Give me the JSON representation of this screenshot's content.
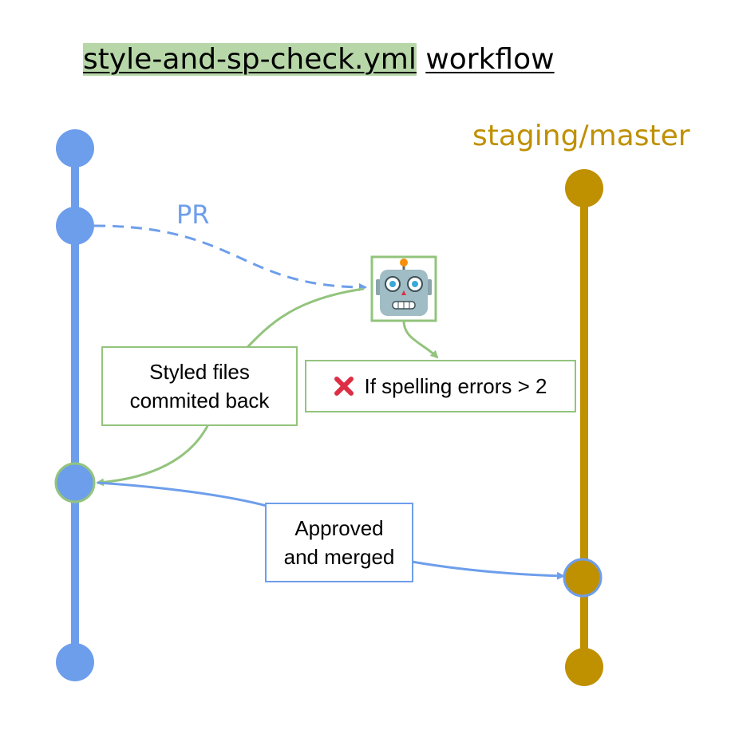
{
  "title": {
    "file": "style-and-sp-check.yml",
    "suffix": "workflow"
  },
  "branches": {
    "feature": {
      "color": "#6d9eeb"
    },
    "target": {
      "label": "staging/master",
      "color": "#bf9000"
    }
  },
  "pr_label": "PR",
  "bot": {
    "icon": "robot-icon",
    "border_color": "#93c47d"
  },
  "styled_box": {
    "line1": "Styled files",
    "line2": "commited back"
  },
  "spelling_box": {
    "icon": "cross-mark-icon",
    "text": "If spelling errors > 2"
  },
  "merge_box": {
    "line1": "Approved",
    "line2": "and merged"
  },
  "colors": {
    "green": "#93c47d",
    "title_highlight": "#b7d7a8"
  }
}
